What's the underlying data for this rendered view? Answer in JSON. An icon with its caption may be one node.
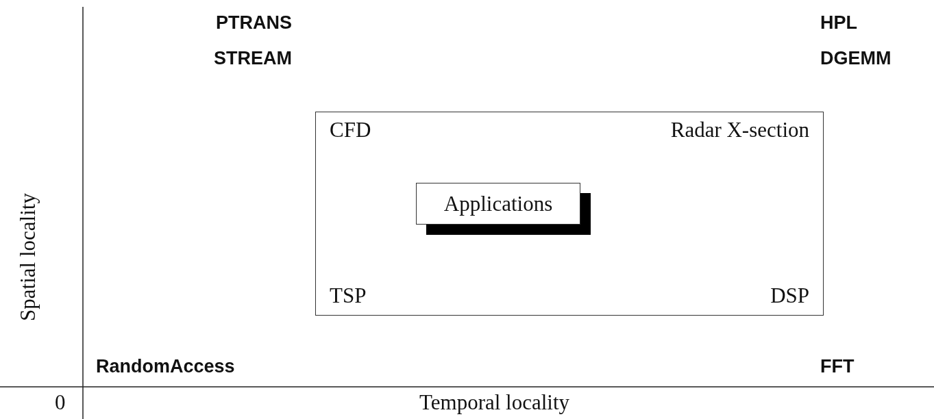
{
  "diagram": {
    "nodes": [
      {
        "text": [
          "CFD",
          "Radar X-section",
          "TSP",
          "DSP"
        ]
      },
      {
        "text": [
          "Applications"
        ],
        "in": 0
      }
    ],
    "labels": [
      "PTRANS",
      "STREAM",
      "HPL",
      "DGEMM",
      "RandomAccess",
      "FFT",
      "0",
      "Temporal locality",
      "Spatial locality"
    ]
  }
}
